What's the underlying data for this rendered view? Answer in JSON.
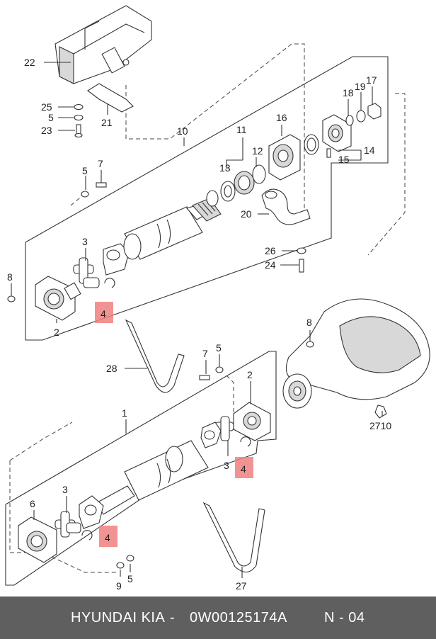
{
  "diagram": {
    "callouts": {
      "c22": "22",
      "c25": "25",
      "c5a": "5",
      "c23": "23",
      "c21": "21",
      "c10": "10",
      "c7a": "7",
      "c5b": "5",
      "c3a": "3",
      "c8a": "8",
      "c2a": "2",
      "c4a": "4",
      "c11": "11",
      "c13": "13",
      "c12": "12",
      "c16": "16",
      "c18": "18",
      "c19": "19",
      "c17": "17",
      "c14": "14",
      "c15": "15",
      "c20": "20",
      "c26": "26",
      "c24": "24",
      "c8b": "8",
      "c2710": "2710",
      "c28": "28",
      "c7b": "7",
      "c5c": "5",
      "c2b": "2",
      "c1": "1",
      "c3b": "3",
      "c4b": "4",
      "c6": "6",
      "c3c": "3",
      "c4c": "4",
      "c9": "9",
      "c5d": "5",
      "c27": "27"
    },
    "highlight_color": "#f08080"
  },
  "footer": {
    "brand": "HYUNDAI  KIA",
    "separator": "-",
    "part_number": "0W00125174A",
    "page": "N - 04",
    "background_color": "#5f5f5f"
  }
}
